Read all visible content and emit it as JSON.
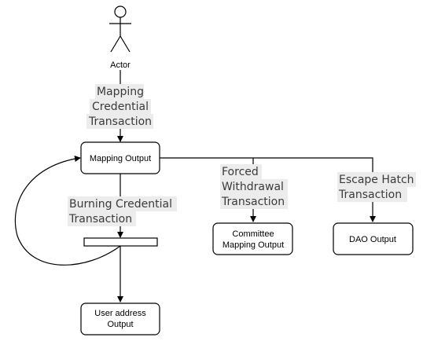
{
  "actor": {
    "label": "Actor"
  },
  "nodes": {
    "mapping_output": "Mapping Output",
    "committee_mapping_output": [
      "Committee",
      "Mapping Output"
    ],
    "dao_output": "DAO Output",
    "user_address_output": [
      "User address",
      "Output"
    ]
  },
  "edges": {
    "mapping_credential_transaction": [
      "Mapping",
      "Credential",
      "Transaction"
    ],
    "burning_credential_transaction": [
      "Burning Credential",
      "Transaction"
    ],
    "forced_withdrawal_transaction": [
      "Forced",
      "Withdrawal",
      "Transaction"
    ],
    "escape_hatch_transaction": [
      "Escape Hatch",
      "Transaction"
    ]
  }
}
